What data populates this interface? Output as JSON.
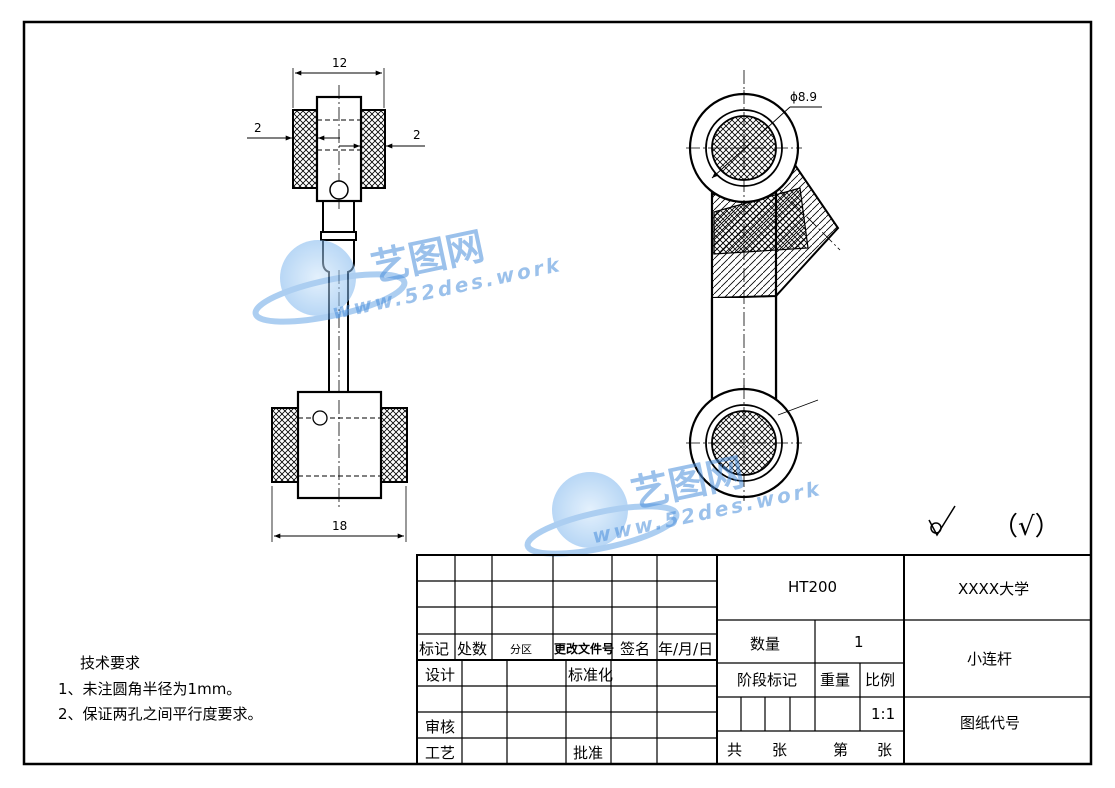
{
  "drawing": {
    "dimensions": {
      "top_width": "12",
      "left_gap": "2",
      "right_gap": "2",
      "bottom_width": "18",
      "hole_diameter": "ϕ8.9"
    },
    "surface_finish_note": "（√）",
    "watermark": {
      "brand": "艺图网",
      "url": "www.52des.work"
    }
  },
  "technical_requirements": {
    "title": "技术要求",
    "items": [
      "1、未注圆角半径为1mm。",
      "2、保证两孔之间平行度要求。"
    ]
  },
  "title_block": {
    "rev_headers": {
      "mark": "标记",
      "count": "处数",
      "zone": "分区",
      "change_doc": "更改文件号",
      "signature": "签名",
      "date": "年/月/日"
    },
    "roles": {
      "design": "设计",
      "standardize": "标准化",
      "review": "审核",
      "process": "工艺",
      "approve": "批准"
    },
    "material": "HT200",
    "school": "XXXX大学",
    "quantity_label": "数量",
    "quantity_value": "1",
    "part_name": "小连杆",
    "stage_mark_label": "阶段标记",
    "weight_label": "重量",
    "scale_label": "比例",
    "scale_value": "1:1",
    "drawing_no_label": "图纸代号",
    "total_label": "共",
    "sheets_label": "张",
    "sheet_no_label": "第",
    "sheet_label": "张"
  }
}
